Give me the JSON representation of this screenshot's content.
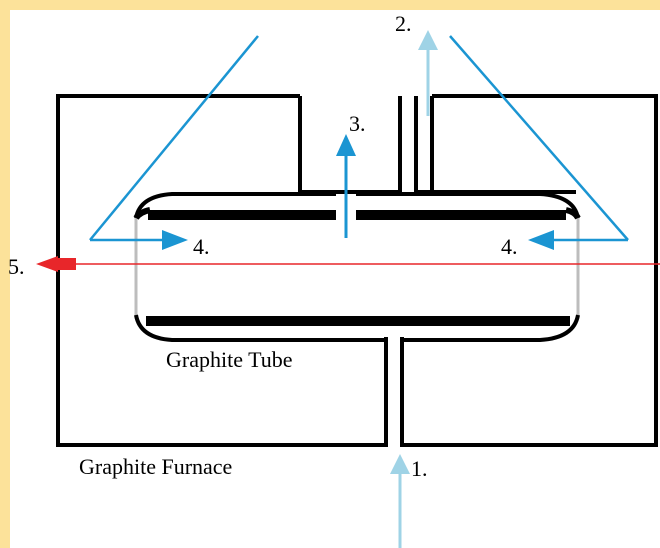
{
  "diagram": {
    "labels": {
      "step1": "1.",
      "step2": "2.",
      "step3": "3.",
      "step4_left": "4.",
      "step4_right": "4.",
      "step5": "5.",
      "tube": "Graphite Tube",
      "furnace": "Graphite Furnace"
    },
    "colors": {
      "background_frame": "#FCE29A",
      "outline": "#000000",
      "light_blue_arrow": "#9FD3E6",
      "blue_arrow": "#1B95D2",
      "red_beam": "#E8262A",
      "tube_window": "#BDBDBD"
    },
    "icons": {
      "inlet_arrow": "arrow-up-icon",
      "outlet_arrow": "arrow-up-icon",
      "center_arrow": "arrow-up-icon",
      "beam_arrow": "arrow-left-icon"
    }
  }
}
